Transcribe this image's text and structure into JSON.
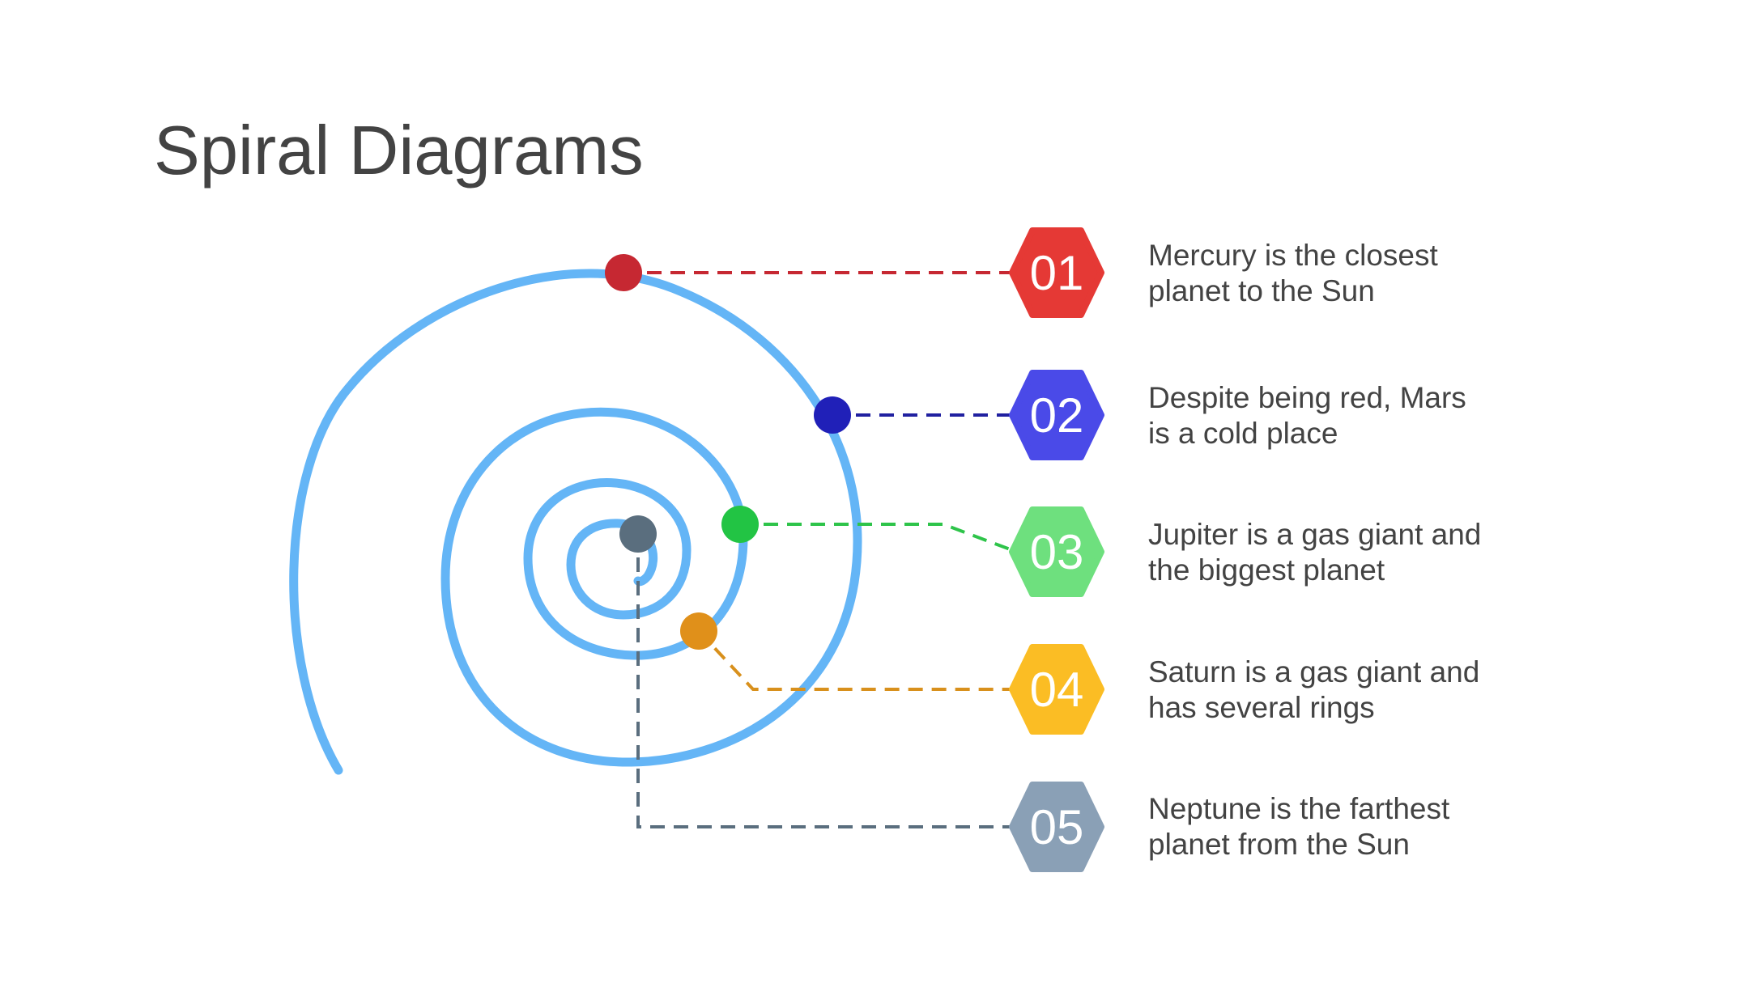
{
  "title": "Spiral Diagrams",
  "colors": {
    "background": "#ffffff",
    "title": "#434343",
    "text": "#434343",
    "spiral": "#64b5f6"
  },
  "items": [
    {
      "number": "01",
      "line1": "Mercury is the closest",
      "line2": "planet to the Sun",
      "badge_color": "#e53935",
      "dot_color": "#c62832",
      "line_color": "#c62832"
    },
    {
      "number": "02",
      "line1": "Despite being red, Mars",
      "line2": "is a cold place",
      "badge_color": "#4a4ae8",
      "dot_color": "#2020b8",
      "line_color": "#2020a0"
    },
    {
      "number": "03",
      "line1": "Jupiter is a gas giant and",
      "line2": "the biggest planet",
      "badge_color": "#6ee07e",
      "dot_color": "#22c444",
      "line_color": "#2ec44a"
    },
    {
      "number": "04",
      "line1": "Saturn is a gas giant and",
      "line2": "has several rings",
      "badge_color": "#fbbd24",
      "dot_color": "#e0901a",
      "line_color": "#d8901c"
    },
    {
      "number": "05",
      "line1": "Neptune is the farthest",
      "line2": "planet from the Sun",
      "badge_color": "#8aa0b6",
      "dot_color": "#5a6e7e",
      "line_color": "#5a6e7e"
    }
  ]
}
